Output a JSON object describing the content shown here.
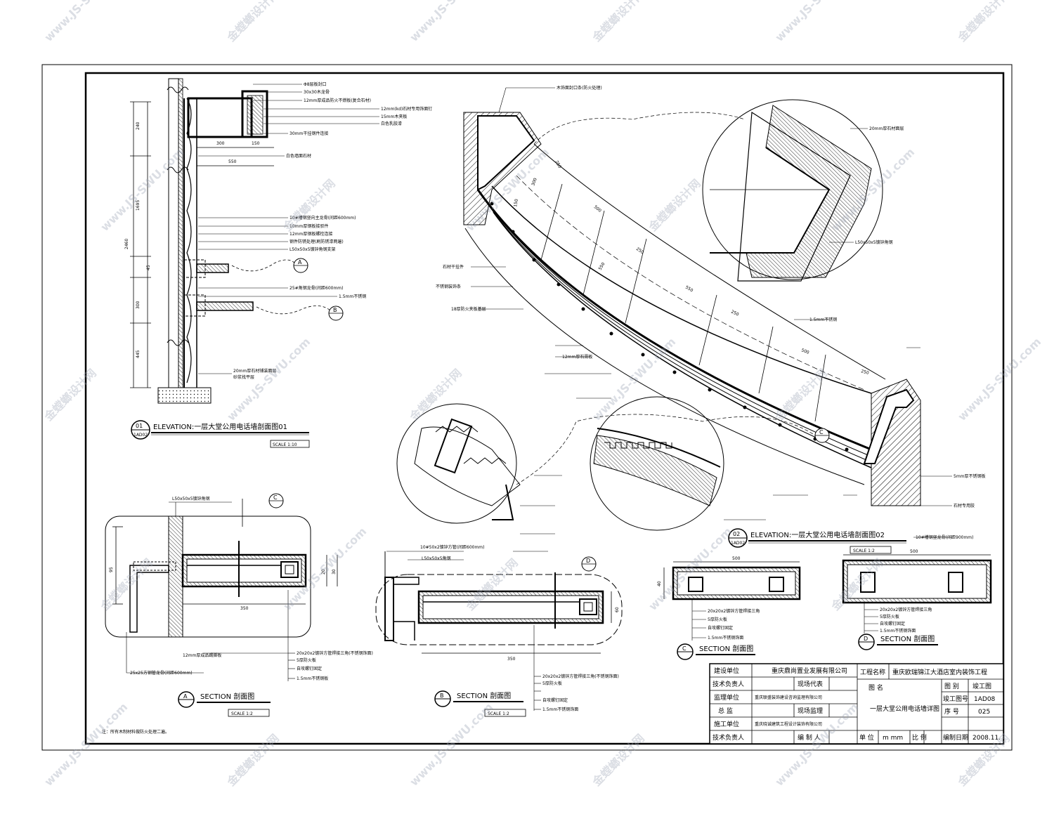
{
  "watermark": "www.JS-SWU.com",
  "watermark_cn": "金螳螂设计网",
  "views": {
    "elevation01": {
      "number": "01",
      "sheet": "1AD02",
      "title": "ELEVATION:一层大堂公用电话墙剖面图01",
      "scale": "SCALE 1:10",
      "dims": [
        "240",
        "1695",
        "2460",
        "300",
        "150",
        "550",
        "45",
        "300",
        "445"
      ],
      "notes": [
        "Φ8层板封口",
        "30x30木龙骨",
        "12mm厚成品防火不燃板(复合石材)",
        "12mm(kd)石材专用饰面钉",
        "15mm木夹板",
        "白色乳胶漆",
        "30mm干挂钢件连接",
        "白色墙面石材",
        "10#槽钢竖向主龙骨(间距600mm)",
        "10mm厚钢板接驳件",
        "12mm厚钢板螺栓连接",
        "钢件防锈处理(刷防锈漆两遍)",
        "L50x50x5镀锌角钢支架",
        "25#角钢龙骨(间距600mm)",
        "1.5mm不锈钢",
        "20mm厚石材铺装面层",
        "砂浆找平层"
      ],
      "markers": [
        "A",
        "B"
      ]
    },
    "elevation02": {
      "number": "02",
      "sheet": "1AD02",
      "title": "ELEVATION:一层大堂公用电话墙剖面图02",
      "dims": [
        "250",
        "150",
        "300",
        "500",
        "250",
        "550",
        "550",
        "250",
        "500",
        "250"
      ],
      "notes": [
        "木饰面封口条(防火处理)",
        "20mm厚石材面层",
        "L50x50x5镀锌角钢",
        "石材干挂件",
        "不锈钢装饰条",
        "18厚防火夹板基层",
        "1.5mm不锈钢",
        "12mm厚石膏板",
        "5mm厚不锈钢板",
        "石材专用胶",
        "10#槽钢竖龙骨(间距900mm)"
      ],
      "marker": "C"
    },
    "sectionA": {
      "letter": "A",
      "title": "SECTION 剖面图",
      "scale": "SCALE 1:2",
      "dims": [
        "95",
        "350",
        "20",
        "30"
      ],
      "notes": [
        "L50x50x5镀锌角钢",
        "25x25方钢管龙骨(间距600mm)",
        "20x20x2镀锌方管焊接三角(不锈钢饰面)",
        "1.5mm不锈钢板",
        "12mm厚成品踢脚板",
        "自攻螺钉固定",
        "5厚防火板"
      ]
    },
    "sectionB": {
      "letter": "B",
      "title": "SECTION 剖面图",
      "scale": "SCALE 1:2",
      "dims": [
        "350",
        "60"
      ],
      "notes": [
        "10#50x2镀锌方管(间距600mm)",
        "L50x50x5角钢",
        "20x20x2镀锌方管焊接三角(不锈钢饰面)",
        "5厚防火板",
        "自攻螺钉固定",
        "1.5mm不锈钢饰面"
      ]
    },
    "sectionC": {
      "letter": "C",
      "title": "SECTION 剖面图",
      "dims": [
        "500",
        "40"
      ],
      "notes": [
        "20x20x2镀锌方管焊接三角",
        "5厚防火板",
        "自攻螺钉固定",
        "1.5mm不锈钢饰面"
      ]
    },
    "sectionD": {
      "letter": "D",
      "title": "SECTION 剖面图",
      "scale": "SCALE 1:2",
      "dims": [
        "500"
      ],
      "notes": [
        "20x20x2镀锌方管焊接三角",
        "5厚防火板",
        "自攻螺钉固定",
        "1.5mm不锈钢饰面"
      ]
    },
    "footnote": "注：所有木制材料做防火处理二遍。"
  },
  "title_block": {
    "rows": [
      {
        "label": "建设单位",
        "value": "重庆鼎尚置业发展有限公司"
      },
      {
        "label": "技术负责人",
        "value": "",
        "label2": "现场代表",
        "value2": ""
      },
      {
        "label": "监理单位",
        "value": "重庆联盛装饰建设咨询监理有限公司"
      },
      {
        "label": "总  监",
        "value": "",
        "label2": "现场监理",
        "value2": ""
      },
      {
        "label": "施工单位",
        "value": "重庆晓诚建筑工程设计装饰有限公司"
      },
      {
        "label": "技术负责人",
        "value": "",
        "label2": "编 制 人",
        "value2": ""
      }
    ],
    "project_label": "工程名称",
    "project_name": "重庆欧瑞锦江大酒店室内装饰工程",
    "drawing_name_label": "图  名",
    "drawing_name": "一层大堂公用电话墙详图",
    "category_label": "图  别",
    "category_value": "竣工图",
    "number_label": "竣工图号",
    "number_value": "1AD08",
    "seq_label": "序  号",
    "seq_value": "025",
    "unit_label": "单  位",
    "unit_value": "m  mm",
    "ratio_label": "比  例",
    "ratio_value": "",
    "date_label": "编制日期",
    "date_value": "2008.11."
  }
}
